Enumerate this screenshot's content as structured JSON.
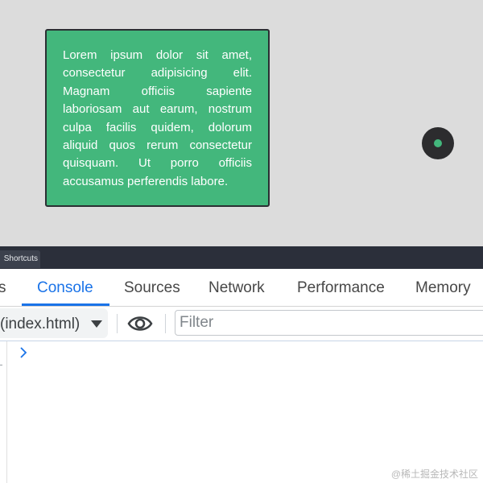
{
  "card": {
    "text": "Lorem ipsum dolor sit amet, consectetur adipisicing elit. Magnam officiis sapiente laboriosam aut earum, nostrum culpa facilis quidem, dolorum aliquid quos rerum consectetur quisquam. Ut porro officiis accusamus perferendis labore."
  },
  "devtools": {
    "shortcuts_label": "Shortcuts",
    "tabs": [
      {
        "label": "s",
        "active": false
      },
      {
        "label": "Console",
        "active": true
      },
      {
        "label": "Sources",
        "active": false
      },
      {
        "label": "Network",
        "active": false
      },
      {
        "label": "Performance",
        "active": false
      },
      {
        "label": "Memory",
        "active": false
      }
    ],
    "toolbar": {
      "context_value": "(index.html)",
      "filter_placeholder": "Filter"
    },
    "icons": {
      "dropdown": "chevron-down-icon",
      "live_expression": "eye-icon",
      "prompt": "chevron-right-icon",
      "status": "dot-icon"
    }
  },
  "watermark": "@稀土掘金技术社区",
  "colors": {
    "card_bg": "#43b77c",
    "page_bg": "#dcdcdc",
    "accent": "#1a73e8",
    "devtools_header": "#2b2f3a"
  }
}
